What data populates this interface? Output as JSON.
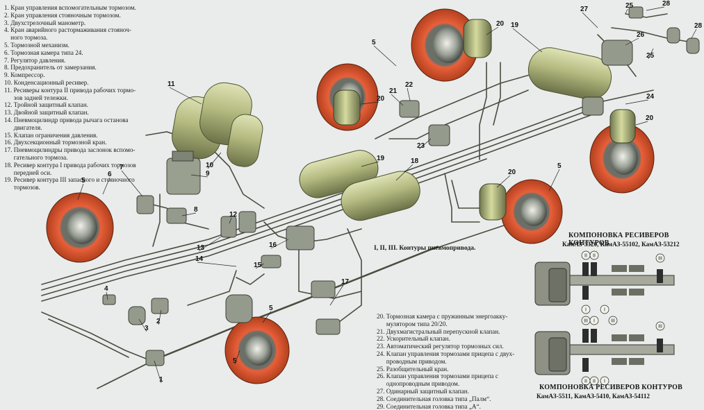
{
  "legend_left": [
    "1. Кран управления вспомогательным тормозом.",
    "2. Кран управления стояночным тормозом.",
    "3. Двухстрелочный манометр.",
    "4. Кран аварийного растормаживания стояноч-",
    "    ного тормоза.",
    "5. Тормозной механизм.",
    "6. Тормозная камера типа 24.",
    "7. Регулятор давления.",
    "8. Предохранитель от замерзания.",
    "9. Компрессор.",
    "10. Конденсационный ресивер.",
    "11. Ресиверы контура II привода рабочих тормо-",
    "      зов задней тележки.",
    "12. Тройной защитный клапан.",
    "13. Двойной защитный клапан.",
    "14. Пневмоцилиндр привода рычага останова",
    "      двигателя.",
    "15. Клапан ограничения давления.",
    "16. Двухсекционный тормозной кран.",
    "17. Пневмоцилиндры привода заслонок вспомо-",
    "      гательного тормоза.",
    "18. Ресивер контура I привода рабочих тормозов",
    "      передней оси.",
    "19. Ресивер контура III запасного и стояночного",
    "      тормозов."
  ],
  "legend_right": [
    "20. Тормозная камера с пружинным энергоакку-",
    "      мулятором типа 20/20.",
    "21. Двухмагистральный перепускной клапан.",
    "22. Ускорительный клапан.",
    "23. Автоматический регулятор тормозных сил.",
    "24. Клапан управления тормозами прицепа с двух-",
    "      проводным приводом.",
    "25. Разобщительный кран.",
    "26. Клапан управления тормозами прицепа с",
    "      однопроводным приводом.",
    "27. Одинарный защитный клапан.",
    "28. Соединительная головка типа „Палм“.",
    "29. Соединительная головка типа „А“."
  ],
  "caption": "I, II, III. Контуры пневмопривода.",
  "layout_top": {
    "title": "КОМПОНОВКА РЕСИВЕРОВ КОНТУРОВ",
    "models": "КамАЗ-5320,    КамАЗ-55102,   КамАЗ-53212"
  },
  "layout_bottom": {
    "title": "КОМПОНОВКА РЕСИВЕРОВ КОНТУРОВ",
    "models": "КамАЗ-5511,    КамАЗ-5410,    КамАЗ-54112"
  },
  "callouts": [
    "1",
    "2",
    "3",
    "4",
    "5",
    "5",
    "5",
    "5",
    "5",
    "6",
    "7",
    "8",
    "9",
    "10",
    "11",
    "12",
    "13",
    "14",
    "15",
    "16",
    "17",
    "18",
    "19",
    "19",
    "20",
    "20",
    "20",
    "20",
    "21",
    "22",
    "23",
    "24",
    "25",
    "25",
    "26",
    "27",
    "28",
    "28"
  ],
  "roman": [
    "II",
    "II",
    "I",
    "III",
    "III",
    "I",
    "III",
    "II",
    "II",
    "I",
    "I",
    "III"
  ],
  "colors": {
    "drum": "#d9572c",
    "tank": "#b9bf86",
    "pipe": "#4a4d40",
    "metal": "#8e9486"
  }
}
